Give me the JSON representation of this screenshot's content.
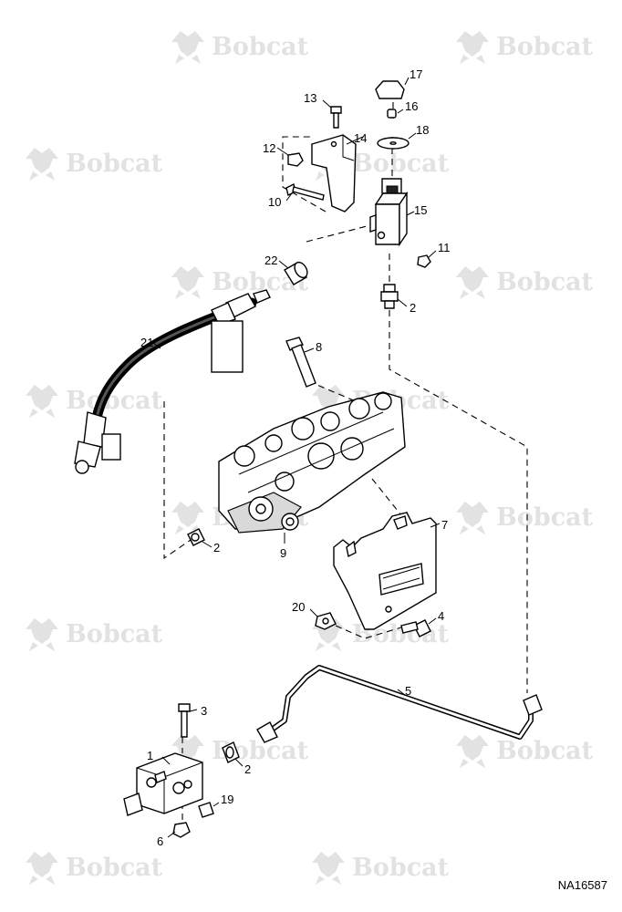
{
  "watermark": {
    "brand": "Bobcat"
  },
  "figure": {
    "reference_code": "NA16587"
  },
  "callouts": {
    "c1": "1",
    "c2a": "2",
    "c2b": "2",
    "c2c": "2",
    "c3": "3",
    "c4": "4",
    "c5": "5",
    "c6": "6",
    "c7": "7",
    "c8": "8",
    "c9": "9",
    "c10": "10",
    "c11": "11",
    "c12": "12",
    "c13": "13",
    "c14": "14",
    "c15": "15",
    "c16": "16",
    "c17": "17",
    "c18": "18",
    "c19": "19",
    "c20": "20",
    "c21": "21",
    "c22": "22"
  },
  "icons": {
    "watermark": "bobcat-logo-icon",
    "parts": [
      "valve-block-icon",
      "fitting-icon",
      "bolt-icon",
      "tube-icon",
      "nut-icon",
      "washer-icon",
      "bracket-icon",
      "hose-icon",
      "pump-icon",
      "cover-plate-icon",
      "cap-icon",
      "switch-valve-icon"
    ]
  },
  "colors": {
    "line": "#000000",
    "watermark": "#e2e2e2",
    "background": "#ffffff"
  }
}
